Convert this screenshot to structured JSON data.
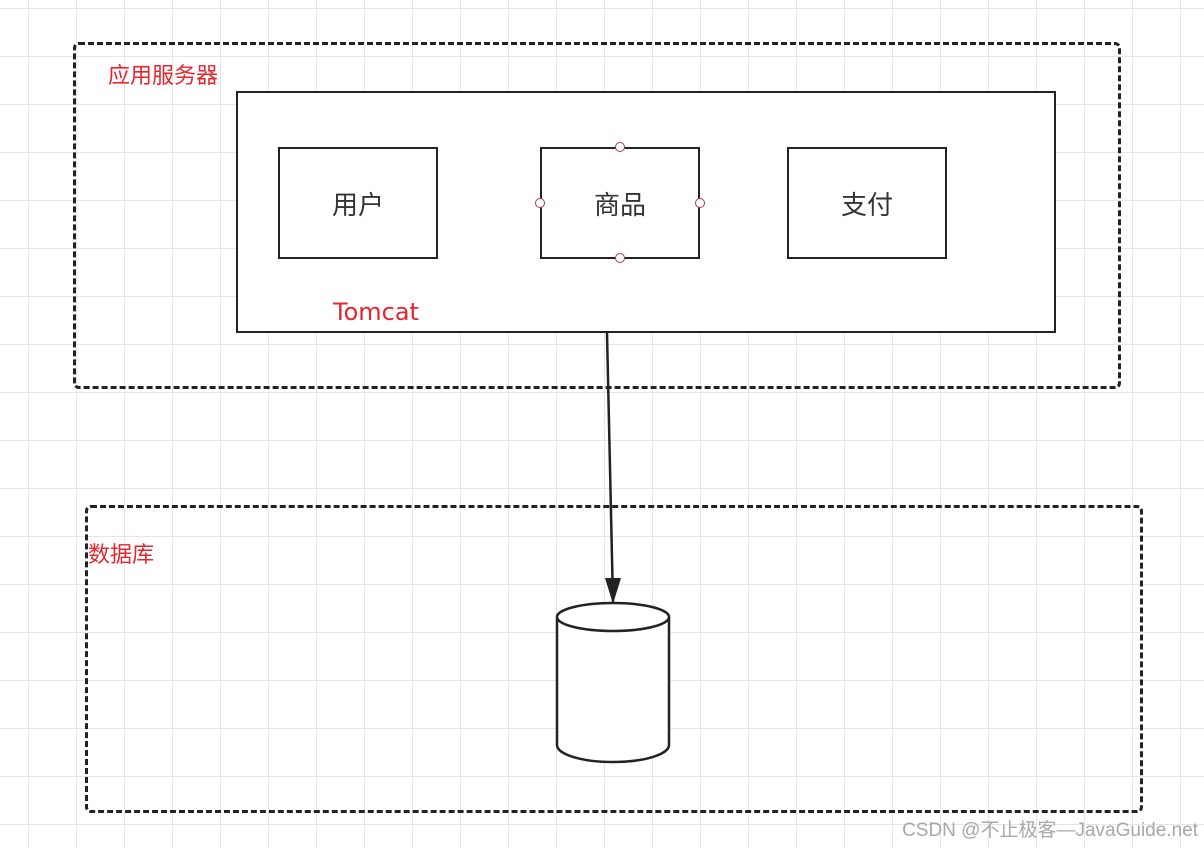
{
  "app_server": {
    "label": "应用服务器",
    "container_label": "Tomcat",
    "services": [
      {
        "label": "用户"
      },
      {
        "label": "商品"
      },
      {
        "label": "支付"
      }
    ]
  },
  "database": {
    "label": "数据库"
  },
  "watermark": "CSDN @不止极客—JavaGuide.net",
  "colors": {
    "label_red": "#e4262e",
    "stroke": "#222222",
    "grid": "#e6e6e6",
    "handle": "#a0404e"
  }
}
